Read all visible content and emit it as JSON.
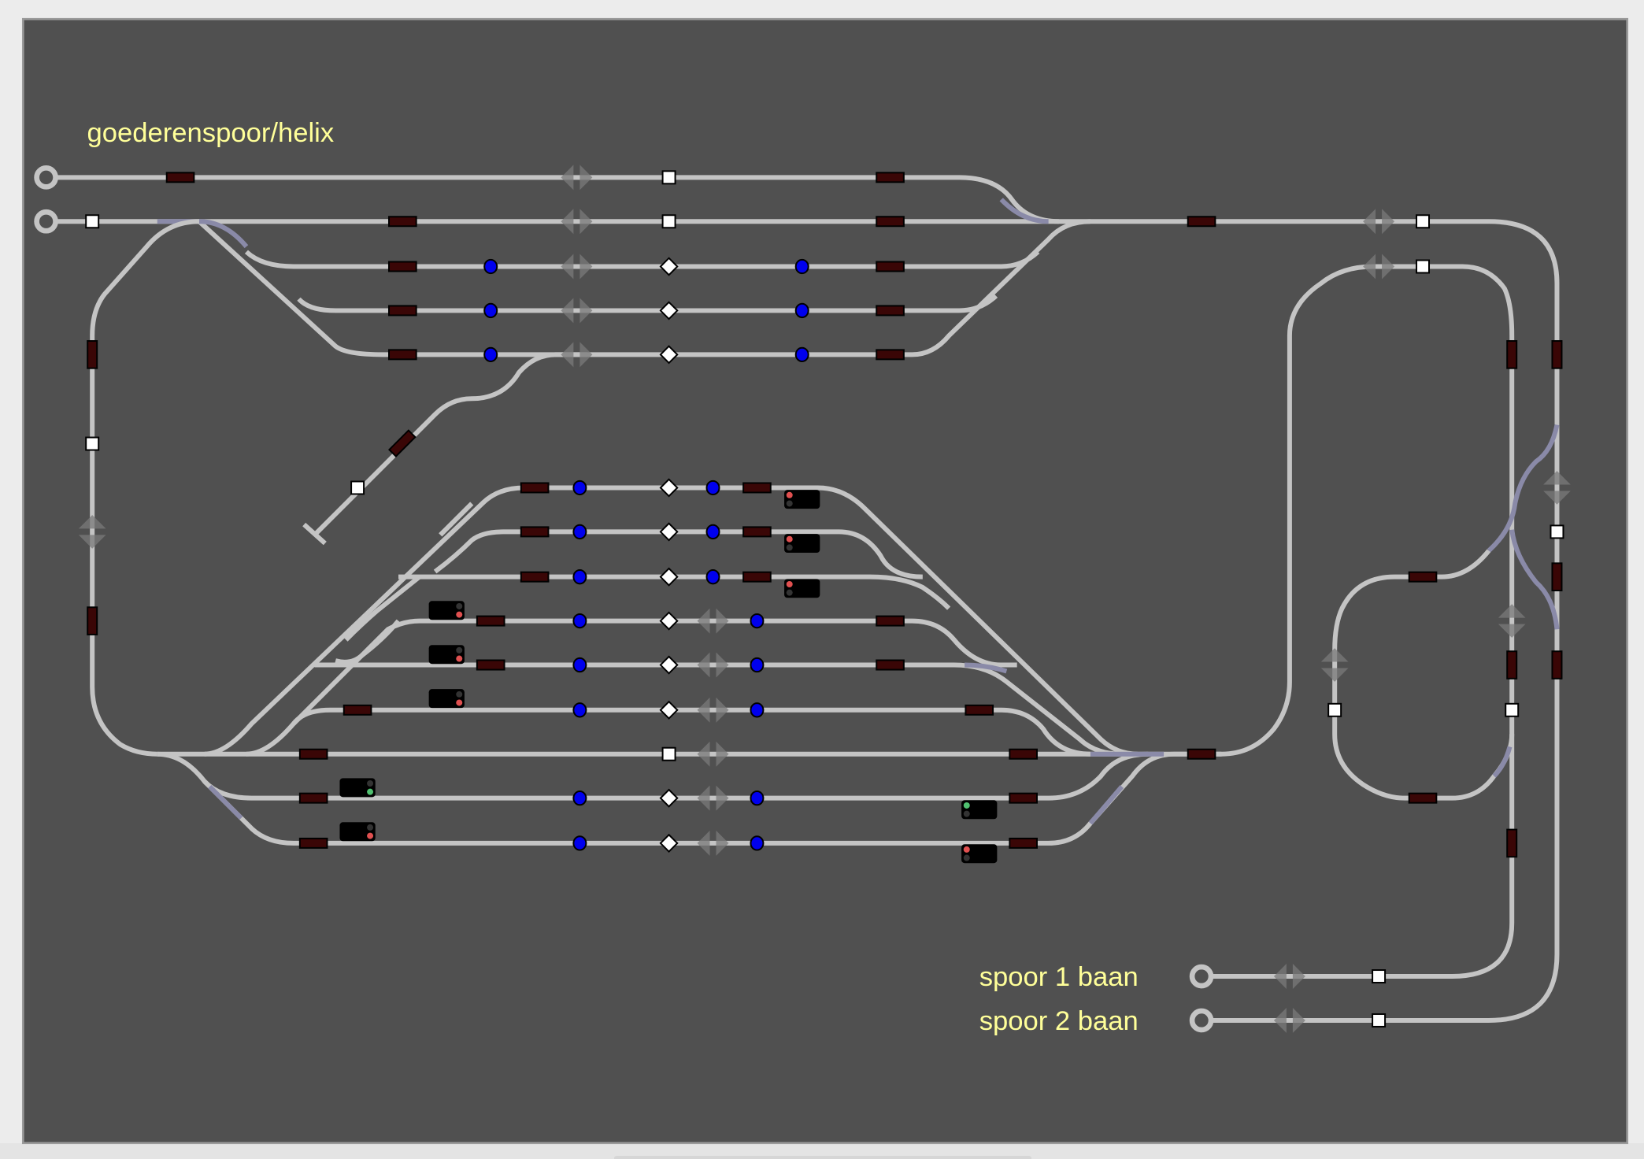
{
  "panel": {
    "labels": {
      "helix": "goederenspoor/helix",
      "track1": "spoor 1 baan",
      "track2": "spoor 2 baan"
    }
  },
  "colors": {
    "background": "#505050",
    "track": "#c4c4c4",
    "track_switch_leg": "#8a8aa8",
    "block": "#3a0606",
    "sensor": "#0000ee",
    "label": "#ffff99",
    "signal_red": "#e05050",
    "signal_green": "#50c070"
  },
  "icons": [
    "block-icon",
    "sensor-icon",
    "switch-square-icon",
    "switch-diamond-icon",
    "signal-icon",
    "bumper-icon",
    "direction-arrow-icon",
    "track-end-circle-icon"
  ]
}
